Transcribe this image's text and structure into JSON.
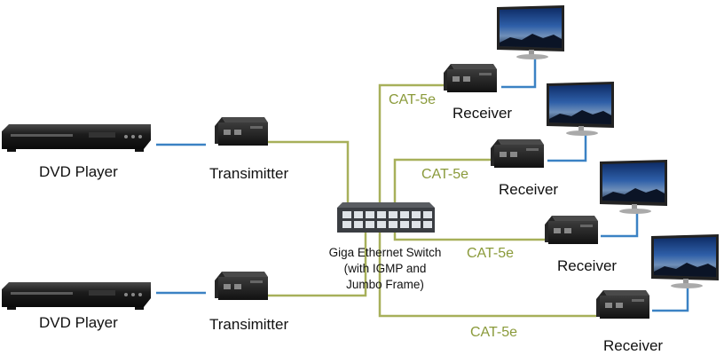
{
  "colors": {
    "cat_line": "#a7b05a",
    "hdmi_line": "#3b82c4",
    "cat_label": "#8a9a3a",
    "device_body": "#1d1d1d",
    "switch_body": "#3a3d42"
  },
  "sources": [
    {
      "label": "DVD Player",
      "icon": "dvd-player-icon"
    },
    {
      "label": "DVD Player",
      "icon": "dvd-player-icon"
    }
  ],
  "transmitters": [
    {
      "label": "Transimitter",
      "icon": "extender-icon"
    },
    {
      "label": "Transimitter",
      "icon": "extender-icon"
    }
  ],
  "switch": {
    "line1": "Giga Ethernet Switch",
    "line2": "(with IGMP and",
    "line3": "Jumbo Frame)",
    "icon": "ethernet-switch-icon"
  },
  "receivers": [
    {
      "label": "Receiver",
      "cable": "CAT-5e",
      "icon": "extender-icon",
      "display": "monitor-icon"
    },
    {
      "label": "Receiver",
      "cable": "CAT-5e",
      "icon": "extender-icon",
      "display": "monitor-icon"
    },
    {
      "label": "Receiver",
      "cable": "CAT-5e",
      "icon": "extender-icon",
      "display": "monitor-icon"
    },
    {
      "label": "Receiver",
      "cable": "CAT-5e",
      "icon": "extender-icon",
      "display": "monitor-icon"
    }
  ]
}
